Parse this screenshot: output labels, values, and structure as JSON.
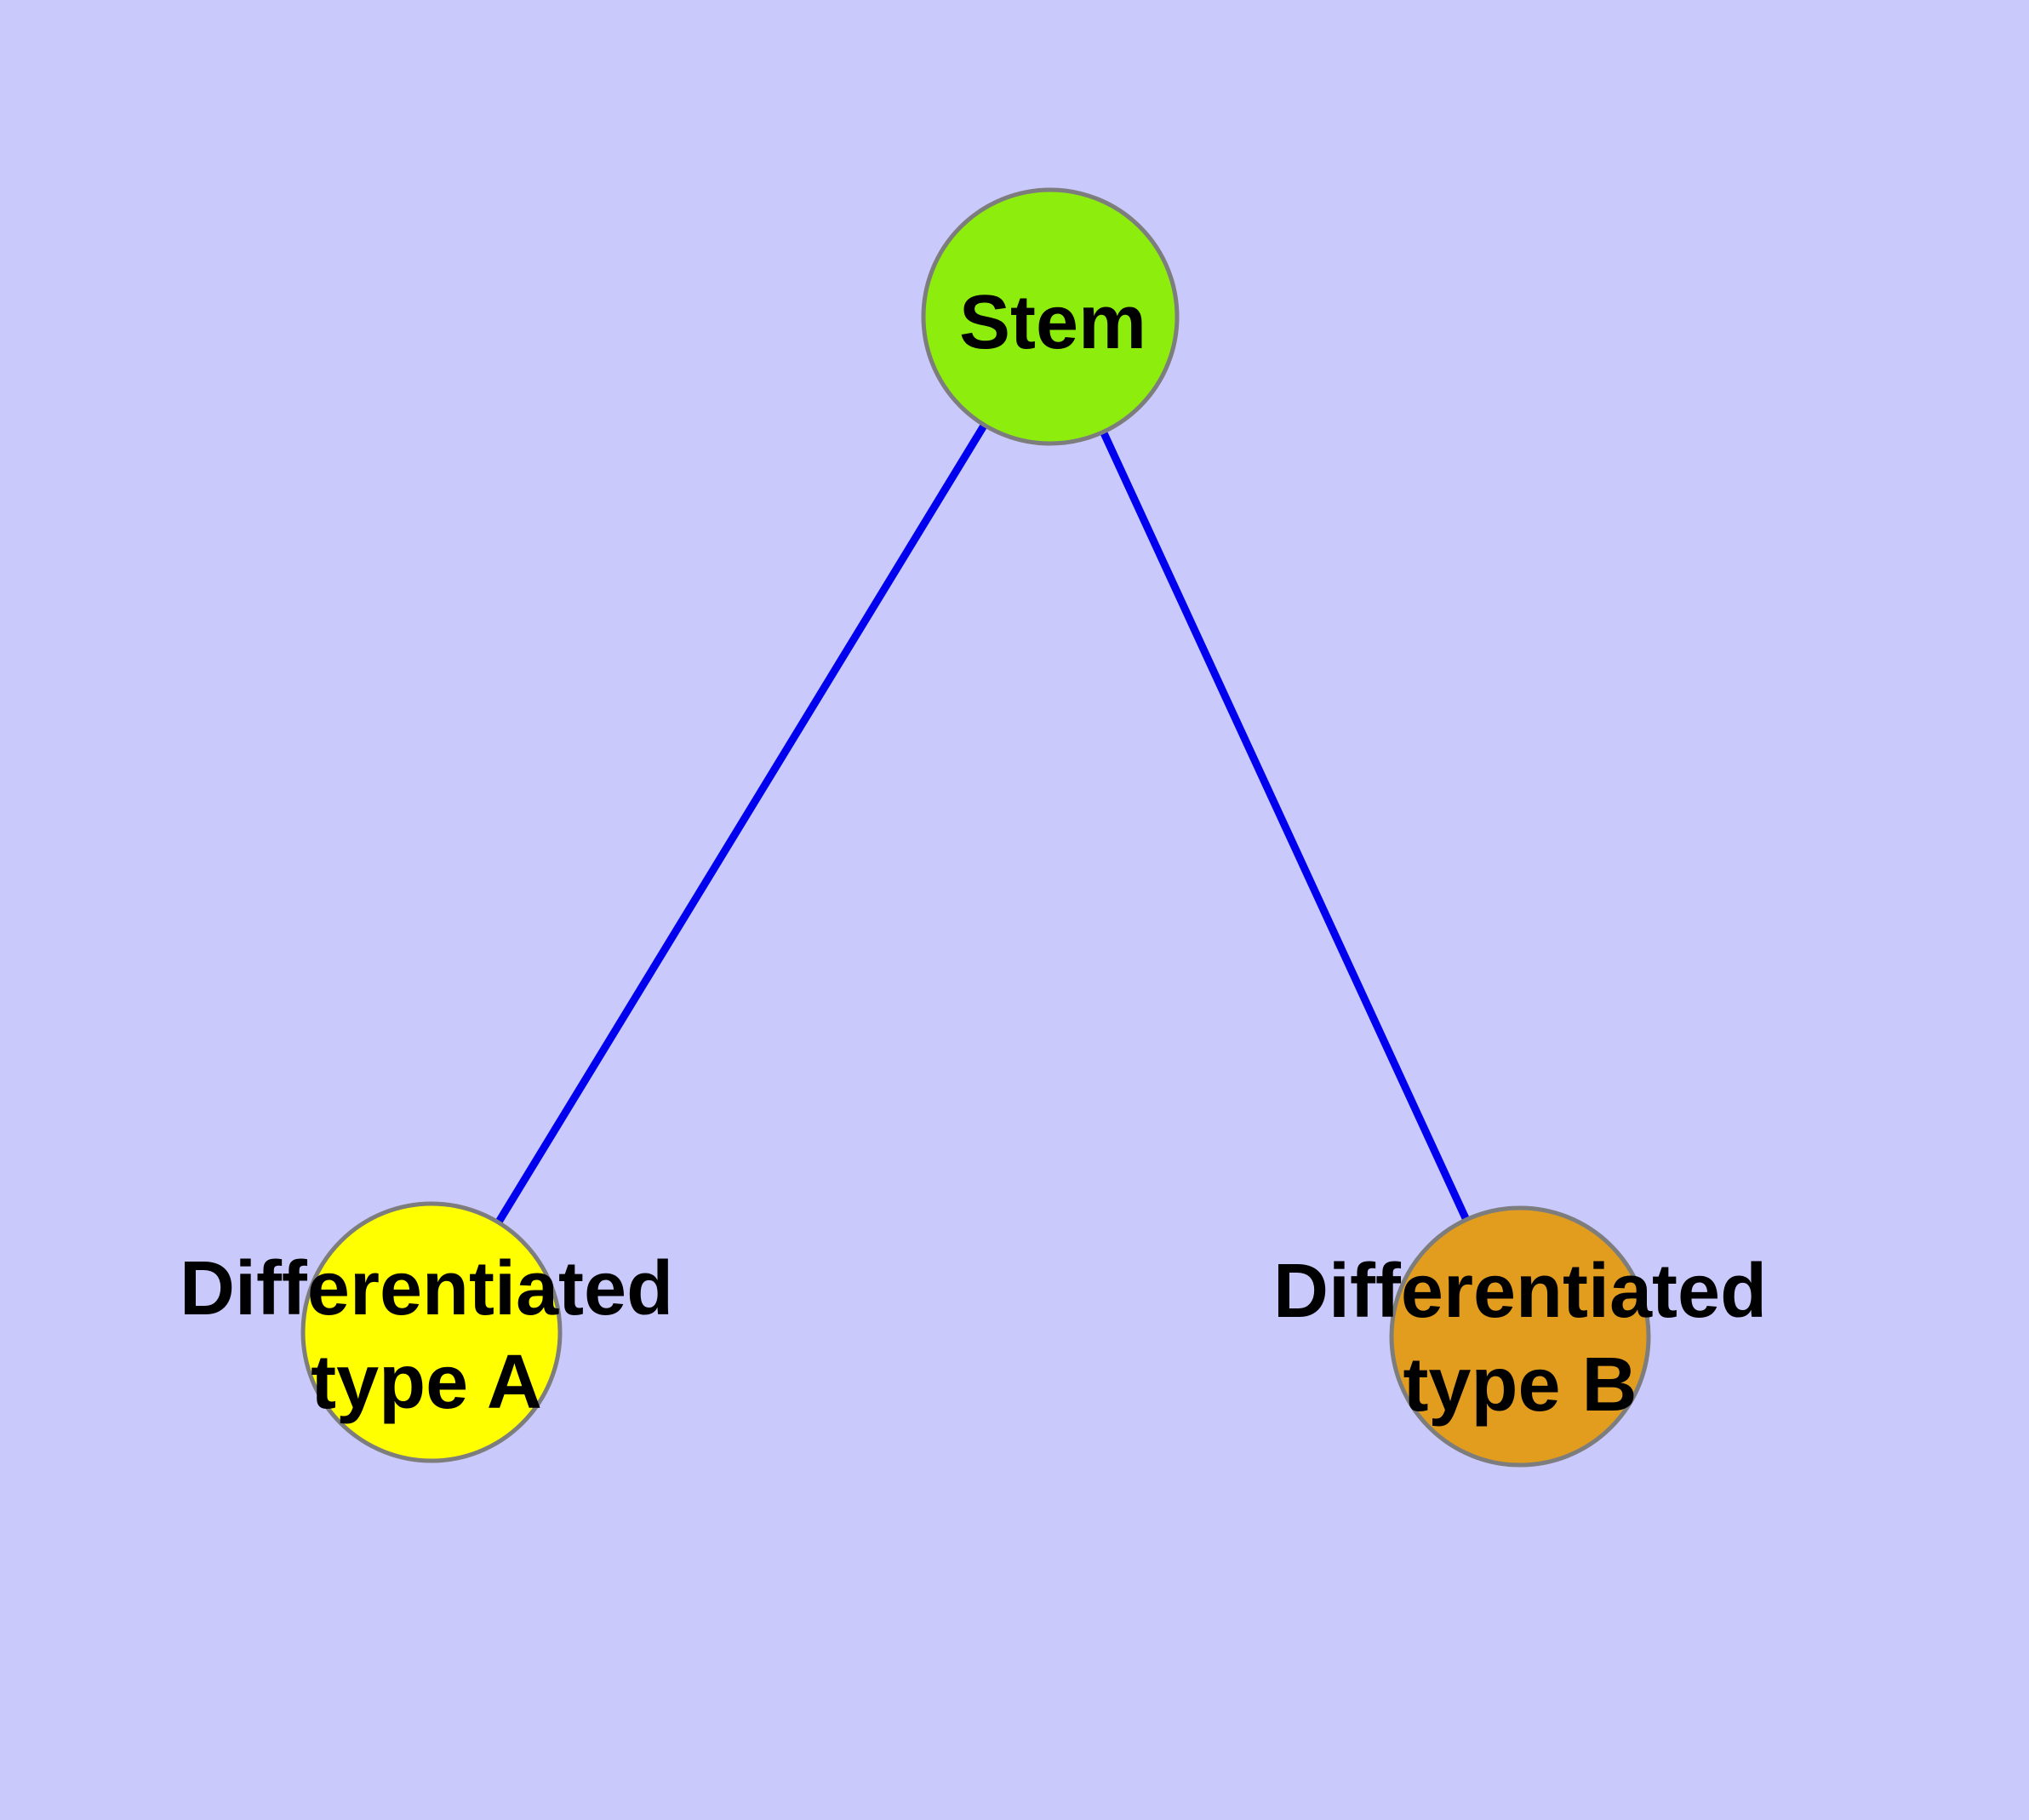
{
  "diagram": {
    "background_color": "#c9c9fb",
    "edge_color": "#0000ee",
    "node_border_color": "#7d7d7d",
    "label_color": "#000000",
    "nodes": {
      "stem": {
        "label": "Stem",
        "color": "#8dee0e"
      },
      "type_a": {
        "label_line1": "Differentiated",
        "label_line2": "type A",
        "color": "#ffff00"
      },
      "type_b": {
        "label_line1": "Differentiated",
        "label_line2": "type B",
        "color": "#e29d1e"
      }
    },
    "edges": [
      {
        "name": "stem-to-type-a"
      },
      {
        "name": "stem-to-type-b"
      }
    ]
  }
}
